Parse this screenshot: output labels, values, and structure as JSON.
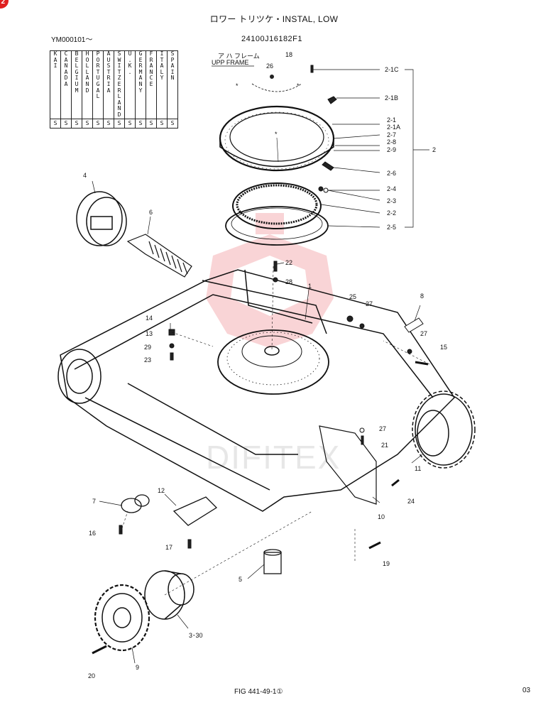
{
  "header": {
    "title": "ロワー トリツケ・INSTAL, LOW",
    "model_range": "YM000101～",
    "part_number": "24100J16182F1",
    "corner_badge": "2"
  },
  "country_table": {
    "countries": [
      "KAI",
      "CANADA",
      "BELGIUM",
      "HOLLAND",
      "PORTUGAL",
      "AUSTRIA",
      "SWITZERLAND",
      "U.K.",
      "GERMANY",
      "FRANCE",
      "ITALY",
      "SPAIN"
    ],
    "codes": [
      "S",
      "S",
      "S",
      "S",
      "S",
      "S",
      "S",
      "S",
      "S",
      "S",
      "S",
      "S"
    ]
  },
  "upper_frame_note": {
    "jp": "ア ハ フレーム",
    "en": "UPP FRAME"
  },
  "marks": {
    "asterisk": "*"
  },
  "callouts": {
    "c26": "26",
    "c18": "18",
    "c2_1C": "2-1C",
    "c2_1B": "2-1B",
    "c2_1": "2-1",
    "c2_1A": "2-1A",
    "c2_7": "2-7",
    "c2_8": "2-8",
    "c2_9": "2-9",
    "c2": "2",
    "c2_6": "2-6",
    "c2_4": "2-4",
    "c2_3": "2-3",
    "c2_2": "2-2",
    "c2_5": "2-5",
    "c4": "4",
    "c6": "6",
    "c22": "22",
    "c28": "28",
    "c1": "1",
    "c25": "25",
    "c27a": "27",
    "c8": "8",
    "c27b": "27",
    "c15": "15",
    "c14": "14",
    "c13": "13",
    "c29": "29",
    "c23": "23",
    "c27c": "27",
    "c21": "21",
    "c11": "11",
    "c7": "7",
    "c12": "12",
    "c16": "16",
    "c10": "10",
    "c24": "24",
    "c17": "17",
    "c19": "19",
    "c5": "5",
    "c3_30": "3･30",
    "c9": "9",
    "c20": "20"
  },
  "watermark": {
    "text": "DIFITEX",
    "color": "#e8424a"
  },
  "footer": {
    "figure": "FIG 441-49-1①",
    "page": "03"
  }
}
